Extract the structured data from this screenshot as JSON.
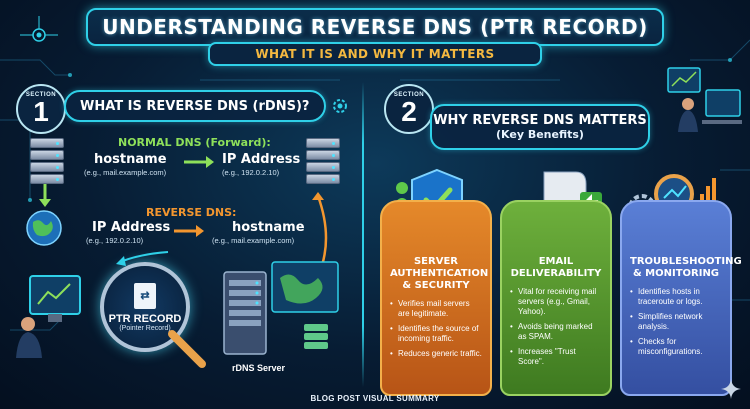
{
  "header": {
    "title": "UNDERSTANDING REVERSE DNS (PTR RECORD)",
    "subtitle": "WHAT IT IS AND WHY IT MATTERS"
  },
  "section1": {
    "badge_label": "SECTION",
    "badge_number": "1",
    "heading": "WHAT IS REVERSE DNS (rDNS)?",
    "normal_dns_label": "NORMAL DNS (Forward):",
    "forward": {
      "left_main": "hostname",
      "left_example": "(e.g., mail.example.com)",
      "right_main": "IP Address",
      "right_example": "(e.g., 192.0.2.10)"
    },
    "reverse_dns_label": "REVERSE DNS:",
    "reverse": {
      "left_main": "IP Address",
      "left_example": "(e.g., 192.0.2.10)",
      "right_main": "hostname",
      "right_example": "(e.g., mail.example.com)"
    },
    "ptr_title": "PTR RECORD",
    "ptr_subtitle": "(Pointer Record)",
    "rdns_server_label": "rDNS Server"
  },
  "section2": {
    "badge_label": "SECTION",
    "badge_number": "2",
    "heading": "WHY REVERSE DNS MATTERS",
    "subheading": "(Key Benefits)",
    "cards": [
      {
        "title_line1": "SERVER",
        "title_line2": "AUTHENTICATION",
        "title_line3": "& SECURITY",
        "items": [
          "Verifies mail servers are legitimate.",
          "Identifies the source of incoming traffic.",
          "Reduces generic traffic."
        ]
      },
      {
        "title_line1": "EMAIL",
        "title_line2": "DELIVERABILITY",
        "title_line3": "",
        "items": [
          "Vital for receiving mail servers (e.g., Gmail, Yahoo).",
          "Avoids being marked as SPAM.",
          "Increases \"Trust Score\"."
        ]
      },
      {
        "title_line1": "TROUBLESHOOTING",
        "title_line2": "& MONITORING",
        "title_line3": "",
        "items": [
          "Identifies hosts in traceroute or logs.",
          "Simplifies network analysis.",
          "Checks for misconfigurations."
        ]
      }
    ]
  },
  "footer": "BLOG POST VISUAL SUMMARY",
  "colors": {
    "accent": "#2fd0e8",
    "forward_green": "#8ee05a",
    "reverse_orange": "#f3962f",
    "subtitle_gold": "#f4b840",
    "card_orange": "#e5892a",
    "card_green": "#6eb03c",
    "card_blue": "#5a7fd6"
  },
  "icons": [
    "server-icon",
    "globe-icon",
    "arrow-icon",
    "document-icon",
    "magnifier-icon",
    "shield-check-icon",
    "mailbox-icon",
    "envelope-icon",
    "thumbs-up-icon",
    "gear-icon",
    "bar-chart-icon",
    "computer-user-icon",
    "sparkle-icon"
  ]
}
